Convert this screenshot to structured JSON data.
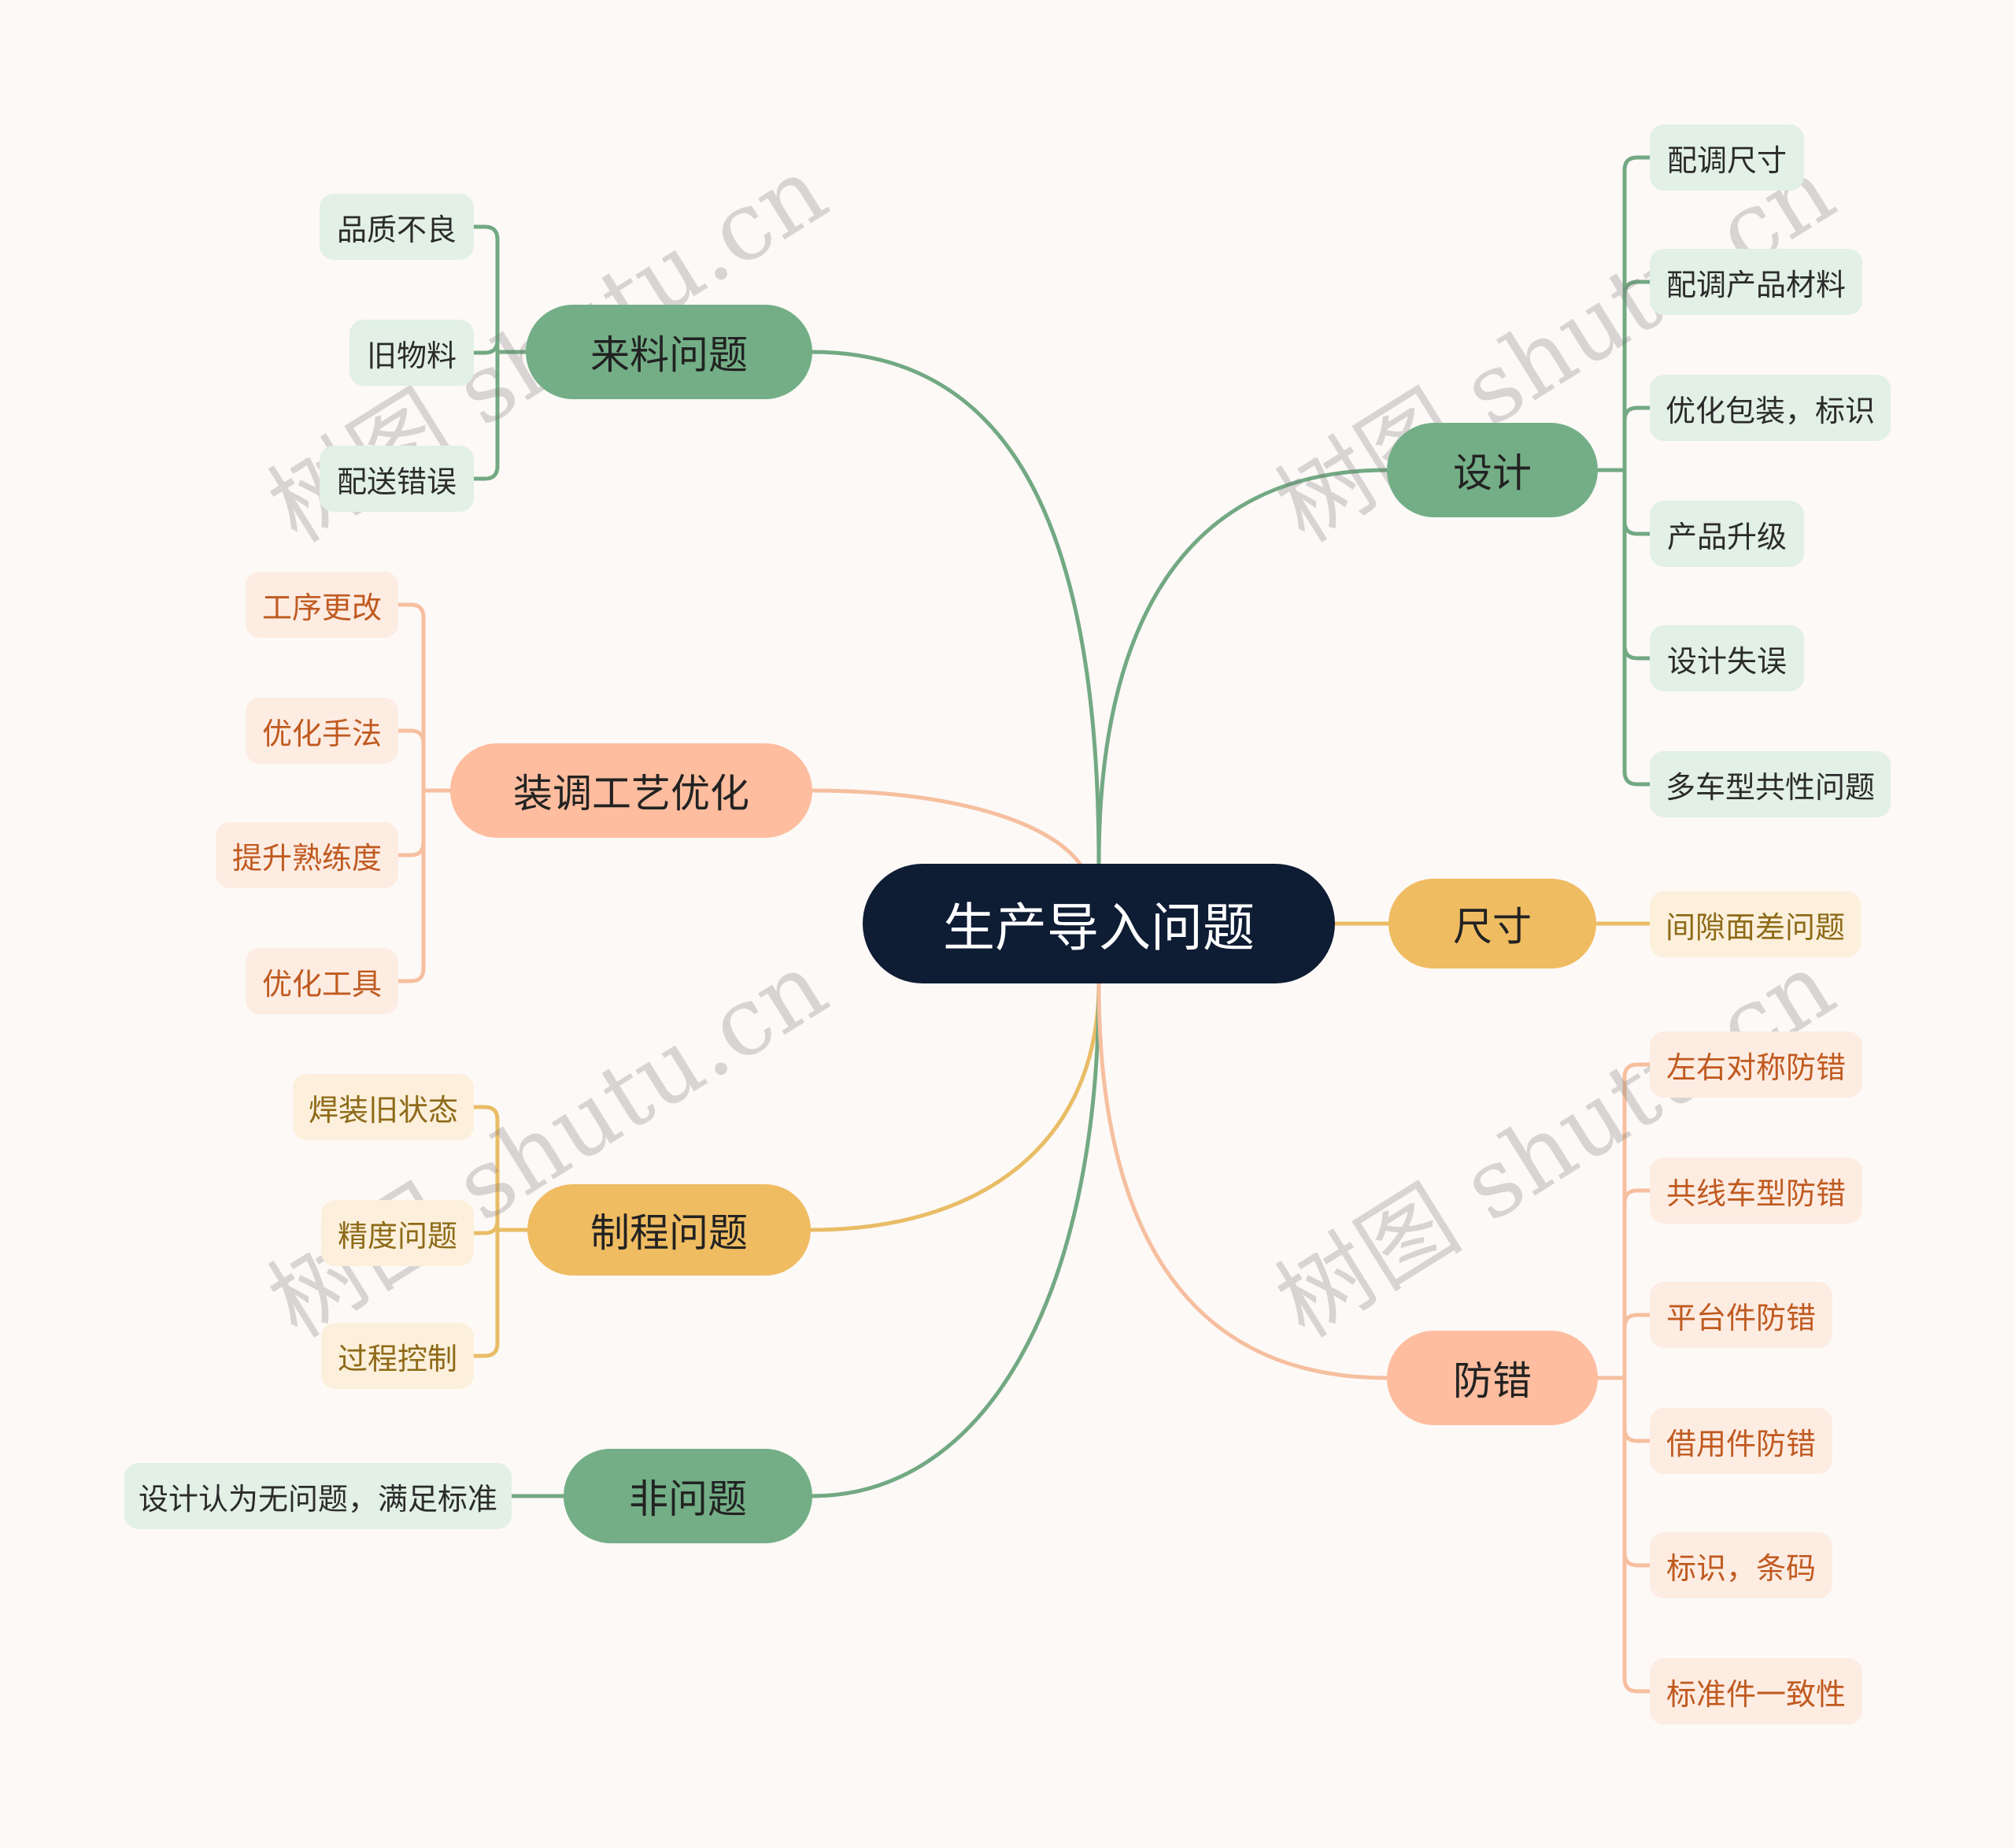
{
  "colors": {
    "background": "#fdf9f7",
    "root": "#0e1c34",
    "green": "#73ae86",
    "green_line": "#72a983",
    "orange": "#fdbd9e",
    "orange_line": "#f6bf9f",
    "yellow": "#efbc62",
    "yellow_line": "#e9bd66"
  },
  "root": {
    "label": "生产导入问题"
  },
  "branches": {
    "laiLiao": {
      "label": "来料问题",
      "color": "green",
      "children": [
        "品质不良",
        "旧物料",
        "配送错误"
      ]
    },
    "zhuangTiao": {
      "label": "装调工艺优化",
      "color": "orange",
      "children": [
        "工序更改",
        "优化手法",
        "提升熟练度",
        "优化工具"
      ]
    },
    "zhiCheng": {
      "label": "制程问题",
      "color": "yellow",
      "children": [
        "焊装旧状态",
        "精度问题",
        "过程控制"
      ]
    },
    "feiWenTi": {
      "label": "非问题",
      "color": "green",
      "children": [
        "设计认为无问题，满足标准"
      ]
    },
    "sheJi": {
      "label": "设计",
      "color": "green",
      "children": [
        "配调尺寸",
        "配调产品材料",
        "优化包装，标识",
        "产品升级",
        "设计失误",
        "多车型共性问题"
      ]
    },
    "chiCun": {
      "label": "尺寸",
      "color": "yellow",
      "children": [
        "间隙面差问题"
      ]
    },
    "fangCuo": {
      "label": "防错",
      "color": "orange",
      "children": [
        "左右对称防错",
        "共线车型防错",
        "平台件防错",
        "借用件防错",
        "标识，条码",
        "标准件一致性"
      ]
    }
  },
  "watermark": "树图 shutu.cn"
}
